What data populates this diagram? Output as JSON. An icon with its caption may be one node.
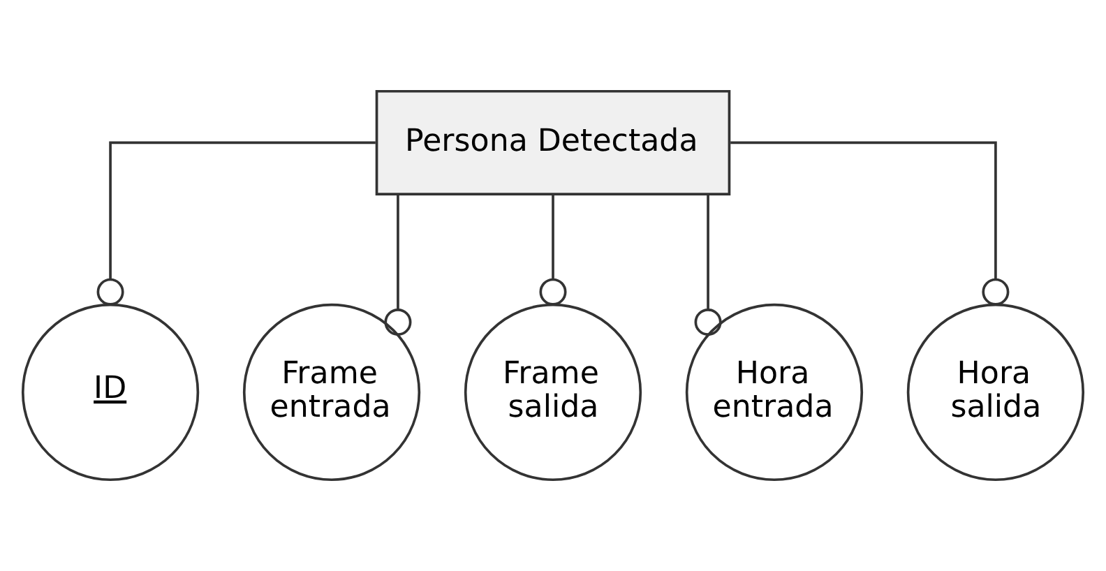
{
  "diagram": {
    "nodes": [
      {
        "text": [
          "Persona Detectada"
        ]
      },
      {
        "text": [
          "ID"
        ]
      },
      {
        "text": [
          "Frame entrada"
        ]
      },
      {
        "text": [
          "Frame salida"
        ]
      },
      {
        "text": [
          "Hora entrada"
        ]
      },
      {
        "text": [
          "Hora salida"
        ]
      }
    ],
    "edges": [
      {
        "from": 0,
        "to": 1,
        "arrow": "other"
      },
      {
        "from": 0,
        "to": 2,
        "arrow": "other"
      },
      {
        "from": 0,
        "to": 3,
        "arrow": "other"
      },
      {
        "from": 0,
        "to": 4,
        "arrow": "other"
      },
      {
        "from": 0,
        "to": 5,
        "arrow": "other"
      }
    ]
  }
}
